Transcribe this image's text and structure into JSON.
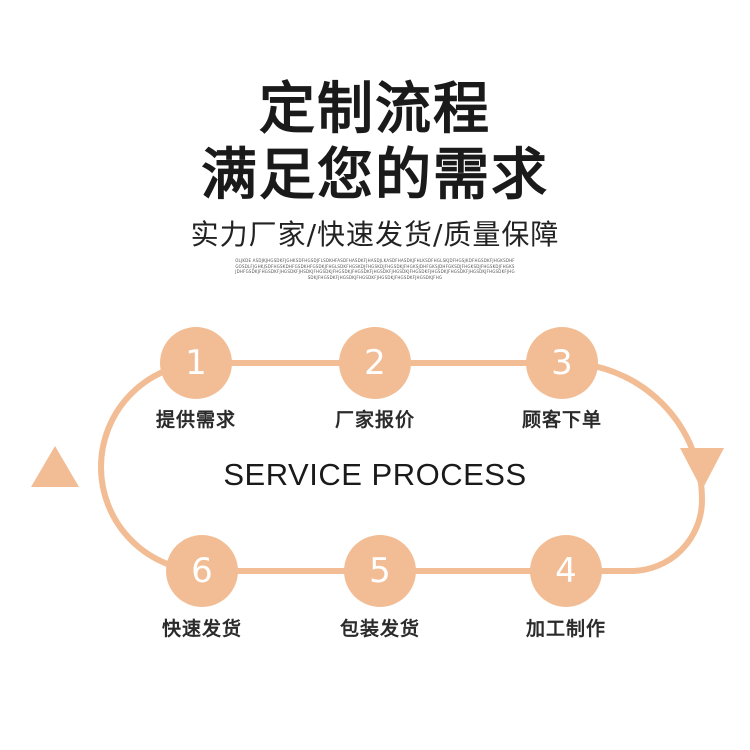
{
  "header": {
    "title_line1": "定制流程",
    "title_line2": "满足您的需求",
    "subtitle": "实力厂家/快速发货/质量保障",
    "fineprint": "OLJKDE ASDJKJHGSDKFJGHKSDFHGSDJFLSDKHFASDFHASDKFJHASDJLKASDFHASDKJFHLKSDFHGLSKJDFHGSJKDFHGSDKFJHGKSDHFGOSDLFJGHKJSDFHGSKDHFGSDKHFGSDKJFHGLSDKFHGSKDJFHGSKDJFHGSDKJFHGKSJDHFGKSJDHFGKSDJFHGKSDJFHGSKDJFHGKSJDHFGSDKJFHGSDKFJHGSDKFJHSDKJFHGSDKJFHGSDKJFHGSDKFJHGSDKFJHGSDKJFHGSDKFJHGSDKJFHGSDKFJHGSDKJFHGSDKFJHGSDKJFHGSDKFJHGSDKJFHGSDKFJHGSDKJFHGSDKFJHGSDKJFHG"
  },
  "process": {
    "center_label": "SERVICE PROCESS",
    "accent_color": "#f2bd94",
    "steps": [
      {
        "number": "1",
        "label": "提供需求"
      },
      {
        "number": "2",
        "label": "厂家报价"
      },
      {
        "number": "3",
        "label": "顾客下单"
      },
      {
        "number": "4",
        "label": "加工制作"
      },
      {
        "number": "5",
        "label": "包装发货"
      },
      {
        "number": "6",
        "label": "快速发货"
      }
    ]
  }
}
